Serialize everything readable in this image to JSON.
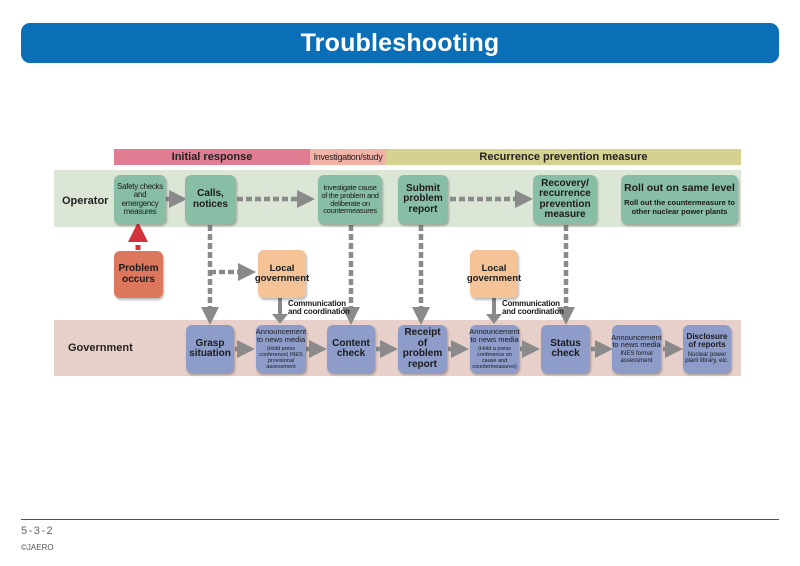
{
  "title": "Troubleshooting",
  "phases": {
    "initial": "Initial response",
    "investigation": "Investigation/study",
    "recurrence": "Recurrence prevention measure"
  },
  "lanes": {
    "operator": "Operator",
    "government": "Government"
  },
  "operator_boxes": {
    "safety_checks": "Safety checks and emergency measures",
    "calls_notices": "Calls, notices",
    "investigate": "Investigate cause of the problem and deliberate on countermeasures",
    "submit_report": "Submit problem report",
    "recovery": "Recovery/ recurrence prevention measure",
    "rollout_title": "Roll out on same level",
    "rollout_sub": "Roll out the countermeasure to other nuclear power plants"
  },
  "problem_occurs": "Problem occurs",
  "local_government": "Local government",
  "communication": "Communication and coordination",
  "government_boxes": {
    "grasp": "Grasp situation",
    "announce1_title": "Announcement to news media",
    "announce1_sub": "(Hold press conference) INES provisional assessment",
    "content_check": "Content check",
    "receipt": "Receipt of problem report",
    "announce2_title": "Announcement to news media",
    "announce2_sub": "(Hold a press conference on cause and countermeasures)",
    "status_check": "Status check",
    "announce3_title": "Announcement to news media",
    "announce3_sub": "INES formal assessment",
    "disclosure_title": "Disclosure of reports",
    "disclosure_sub": "Nuclear power plant library, etc."
  },
  "footer": {
    "page": "5-3-2",
    "copyright": "©JAERO"
  },
  "colors": {
    "title_bar": "#0a6fb7",
    "operator_box": "#88bda6",
    "government_box": "#8d9cc8",
    "local_government_box": "#f4c398",
    "problem_box": "#dc775d",
    "arrow_gray": "#8a8a8a",
    "arrow_red": "#d3323a"
  }
}
